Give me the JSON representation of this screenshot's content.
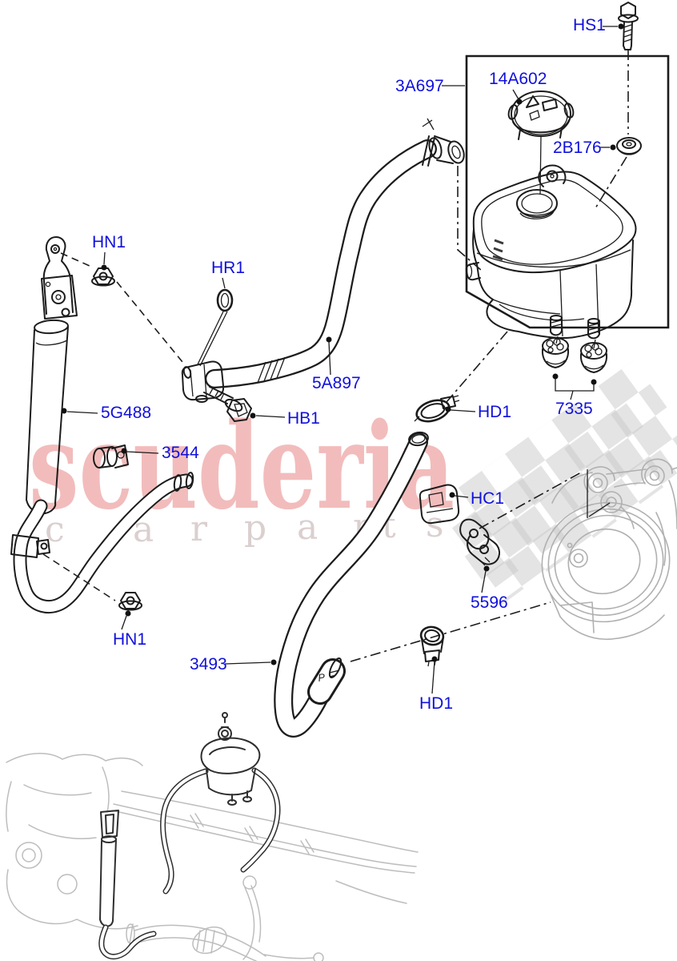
{
  "watermark": {
    "brand": "scuderia",
    "letters": [
      "c",
      "a",
      "r",
      "p",
      "a",
      "r",
      "t",
      "s"
    ],
    "brand_color": "#f2bcbc",
    "letters_color": "#cfc0c0",
    "flag_color": "#c4c4c4"
  },
  "diagram": {
    "label_color": "#1010dd",
    "hose_mark": "P",
    "labels": {
      "hs1": {
        "text": "HS1"
      },
      "box": {
        "text": "3A697"
      },
      "cap": {
        "text": "14A602"
      },
      "grommet": {
        "text": "2B176"
      },
      "hn1_top": {
        "text": "HN1"
      },
      "hr1": {
        "text": "HR1"
      },
      "hose_supply": {
        "text": "5A897"
      },
      "hb1": {
        "text": "HB1"
      },
      "accumulator": {
        "text": "5G488"
      },
      "clip": {
        "text": "3544"
      },
      "hd1_top": {
        "text": "HD1"
      },
      "mounts": {
        "text": "7335"
      },
      "hc1": {
        "text": "HC1"
      },
      "bracket": {
        "text": "5596"
      },
      "hn1_bottom": {
        "text": "HN1"
      },
      "hose_return": {
        "text": "3493"
      },
      "hd1_bottom": {
        "text": "HD1"
      }
    }
  }
}
